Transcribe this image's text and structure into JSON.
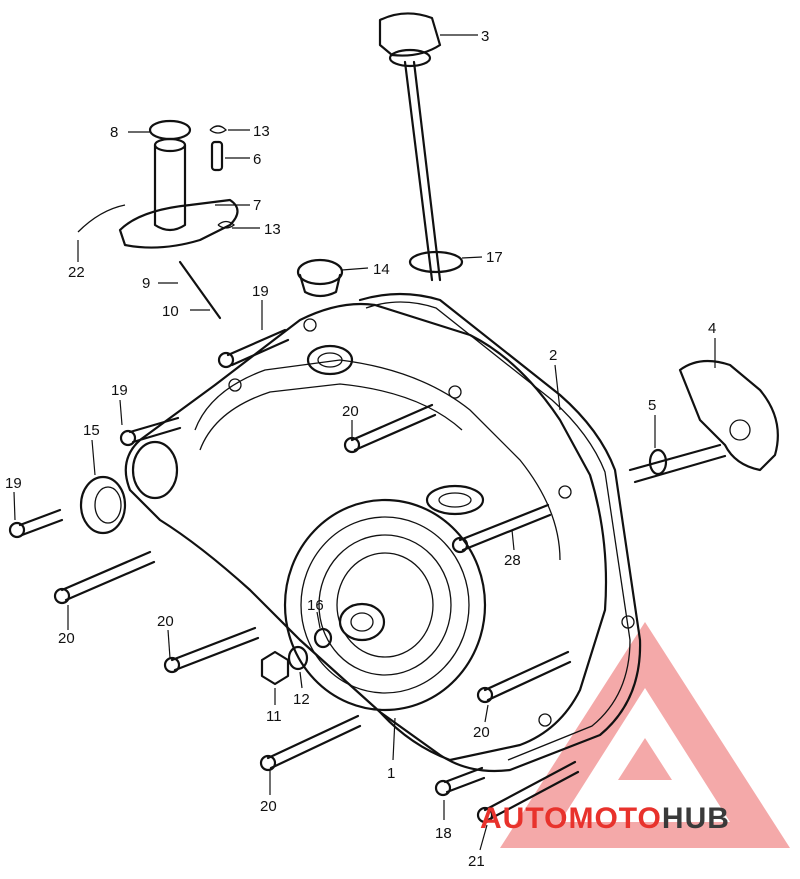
{
  "callouts": [
    {
      "id": "1",
      "label": "1"
    },
    {
      "id": "2",
      "label": "2"
    },
    {
      "id": "3",
      "label": "3"
    },
    {
      "id": "4",
      "label": "4"
    },
    {
      "id": "5",
      "label": "5"
    },
    {
      "id": "6",
      "label": "6"
    },
    {
      "id": "7",
      "label": "7"
    },
    {
      "id": "8",
      "label": "8"
    },
    {
      "id": "9",
      "label": "9"
    },
    {
      "id": "10",
      "label": "10"
    },
    {
      "id": "11",
      "label": "11"
    },
    {
      "id": "12",
      "label": "12"
    },
    {
      "id": "13a",
      "label": "13"
    },
    {
      "id": "13b",
      "label": "13"
    },
    {
      "id": "14",
      "label": "14"
    },
    {
      "id": "15",
      "label": "15"
    },
    {
      "id": "16",
      "label": "16"
    },
    {
      "id": "17",
      "label": "17"
    },
    {
      "id": "18",
      "label": "18"
    },
    {
      "id": "19a",
      "label": "19"
    },
    {
      "id": "19b",
      "label": "19"
    },
    {
      "id": "19c",
      "label": "19"
    },
    {
      "id": "20a",
      "label": "20"
    },
    {
      "id": "20b",
      "label": "20"
    },
    {
      "id": "20c",
      "label": "20"
    },
    {
      "id": "20d",
      "label": "20"
    },
    {
      "id": "20e",
      "label": "20"
    },
    {
      "id": "21",
      "label": "21"
    },
    {
      "id": "22",
      "label": "22"
    },
    {
      "id": "28",
      "label": "28"
    }
  ],
  "watermark": {
    "part1": "AUTOMOTO",
    "part2": "HUB",
    "color_primary": "#e8322c",
    "color_secondary": "#3a3a3a",
    "color_glyph": "#f29a9a"
  },
  "colors": {
    "ink": "#111111",
    "paper": "#ffffff"
  }
}
